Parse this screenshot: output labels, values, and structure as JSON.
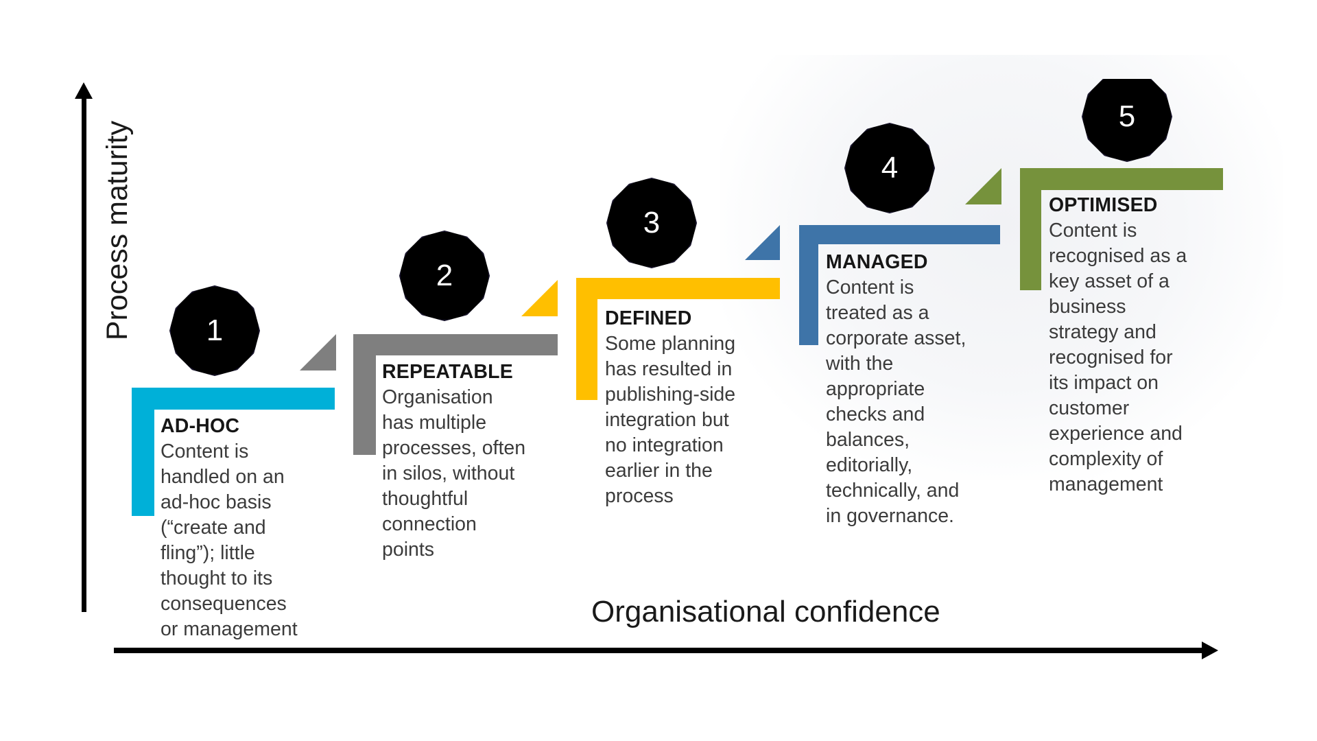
{
  "diagram": {
    "type": "maturity-staircase",
    "axes": {
      "y_label": "Process maturity",
      "x_label": "Organisational confidence"
    },
    "colors": {
      "cyan": "#00b0d8",
      "gray": "#7f7f7f",
      "yellow": "#ffbf00",
      "blue": "#3e74a8",
      "green": "#76923c",
      "badge": "#000000"
    },
    "steps": [
      {
        "number": "1",
        "title": "AD-HOC",
        "body": "Content is\nhandled on an\nad-hoc basis\n(“create and\nfling”); little\nthought to its\nconsequences\nor management",
        "color": "#00b0d8"
      },
      {
        "number": "2",
        "title": "REPEATABLE",
        "body": "Organisation\nhas multiple\nprocesses, often\nin silos, without\nthoughtful\nconnection\npoints",
        "color": "#7f7f7f"
      },
      {
        "number": "3",
        "title": "DEFINED",
        "body": "Some planning\nhas resulted in\npublishing-side\nintegration but\nno integration\nearlier in the\nprocess",
        "color": "#ffbf00"
      },
      {
        "number": "4",
        "title": "MANAGED",
        "body": "Content is\ntreated as a\ncorporate asset,\nwith the\nappropriate\nchecks and\nbalances,\neditorially,\ntechnically, and\nin governance.",
        "color": "#3e74a8"
      },
      {
        "number": "5",
        "title": "OPTIMISED",
        "body": "Content is\nrecognised as a\nkey asset of a\nbusiness\nstrategy and\nrecognised for\nits impact on\ncustomer\nexperience and\ncomplexity of\nmanagement",
        "color": "#76923c"
      }
    ]
  }
}
